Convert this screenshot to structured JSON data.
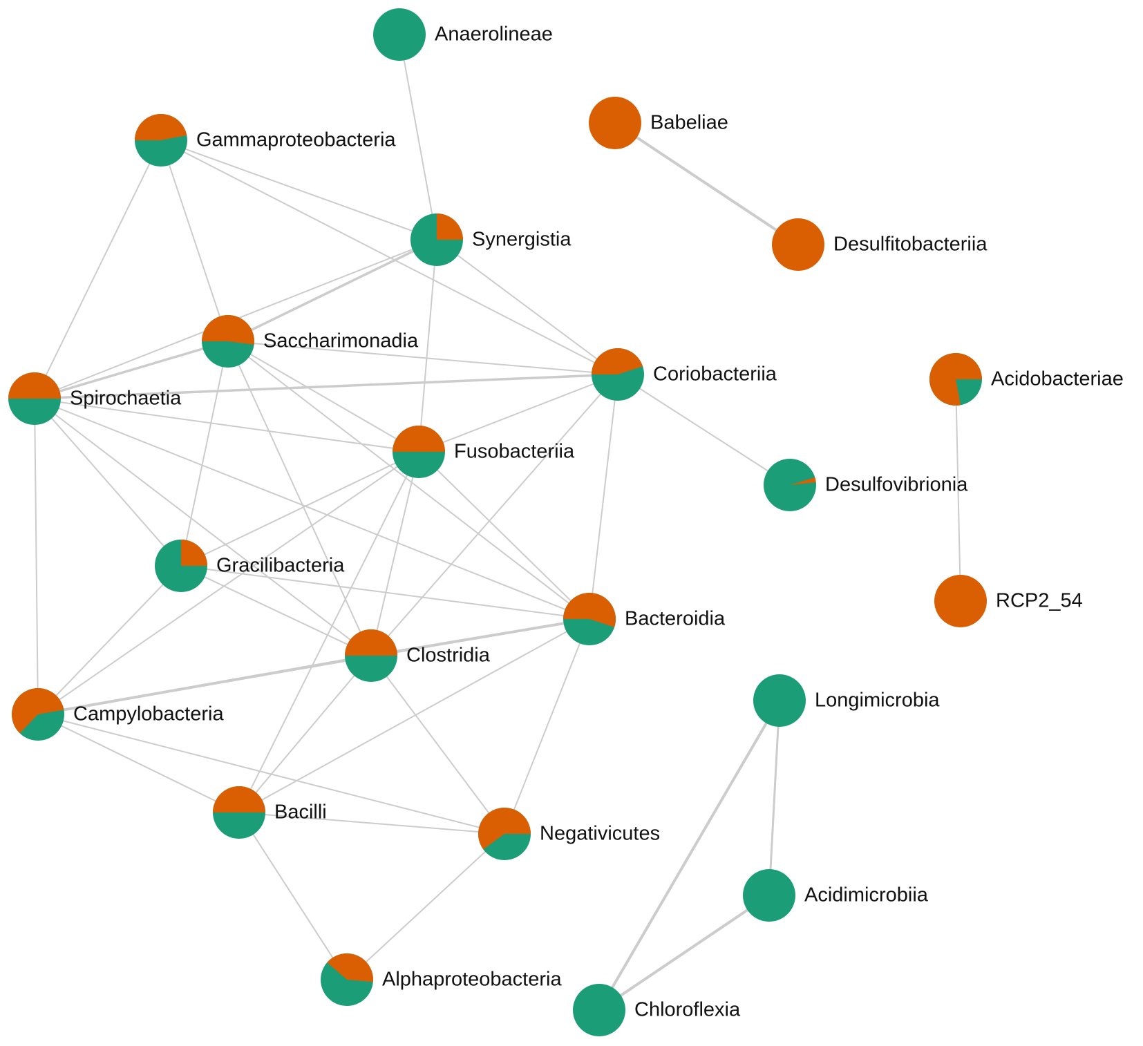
{
  "colors": {
    "orange": "#d95f02",
    "green": "#1b9e77",
    "edge": "#cccccc"
  },
  "nodes": [
    {
      "id": "Anaerolineae",
      "label": "Anaerolineae",
      "orange_fraction": 0.0
    },
    {
      "id": "Babeliae",
      "label": "Babeliae",
      "orange_fraction": 1.0
    },
    {
      "id": "Desulfitobacteriia",
      "label": "Desulfitobacteriia",
      "orange_fraction": 1.0
    },
    {
      "id": "Gammaproteobacteria",
      "label": "Gammaproteobacteria",
      "orange_fraction": 0.47
    },
    {
      "id": "Synergistia",
      "label": "Synergistia",
      "orange_fraction": 0.25
    },
    {
      "id": "Saccharimonadia",
      "label": "Saccharimonadia",
      "orange_fraction": 0.52
    },
    {
      "id": "Coriobacteriia",
      "label": "Coriobacteriia",
      "orange_fraction": 0.45
    },
    {
      "id": "Acidobacteriae",
      "label": "Acidobacteriae",
      "orange_fraction": 0.78
    },
    {
      "id": "Spirochaetia",
      "label": "Spirochaetia",
      "orange_fraction": 0.5
    },
    {
      "id": "Fusobacteriia",
      "label": "Fusobacteriia",
      "orange_fraction": 0.5
    },
    {
      "id": "Desulfovibrionia",
      "label": "Desulfovibrionia",
      "orange_fraction": 0.03
    },
    {
      "id": "Gracilibacteria",
      "label": "Gracilibacteria",
      "orange_fraction": 0.25
    },
    {
      "id": "Bacteroidia",
      "label": "Bacteroidia",
      "orange_fraction": 0.55
    },
    {
      "id": "RCP2_54",
      "label": "RCP2_54",
      "orange_fraction": 1.0
    },
    {
      "id": "Clostridia",
      "label": "Clostridia",
      "orange_fraction": 0.5
    },
    {
      "id": "Campylobacteria",
      "label": "Campylobacteria",
      "orange_fraction": 0.6
    },
    {
      "id": "Longimicrobia",
      "label": "Longimicrobia",
      "orange_fraction": 0.0
    },
    {
      "id": "Bacilli",
      "label": "Bacilli",
      "orange_fraction": 0.5
    },
    {
      "id": "Negativicutes",
      "label": "Negativicutes",
      "orange_fraction": 0.6
    },
    {
      "id": "Acidimicrobiia",
      "label": "Acidimicrobiia",
      "orange_fraction": 0.0
    },
    {
      "id": "Alphaproteobacteria",
      "label": "Alphaproteobacteria",
      "orange_fraction": 0.4
    },
    {
      "id": "Chloroflexia",
      "label": "Chloroflexia",
      "orange_fraction": 0.0
    }
  ],
  "edges": [
    [
      "Anaerolineae",
      "Synergistia"
    ],
    [
      "Babeliae",
      "Desulfitobacteriia"
    ],
    [
      "Acidobacteriae",
      "RCP2_54"
    ],
    [
      "Coriobacteriia",
      "Desulfovibrionia"
    ],
    [
      "Longimicrobia",
      "Acidimicrobiia"
    ],
    [
      "Longimicrobia",
      "Chloroflexia"
    ],
    [
      "Acidimicrobiia",
      "Chloroflexia"
    ],
    [
      "Gammaproteobacteria",
      "Synergistia"
    ],
    [
      "Gammaproteobacteria",
      "Saccharimonadia"
    ],
    [
      "Gammaproteobacteria",
      "Spirochaetia"
    ],
    [
      "Gammaproteobacteria",
      "Coriobacteriia"
    ],
    [
      "Synergistia",
      "Saccharimonadia"
    ],
    [
      "Synergistia",
      "Spirochaetia"
    ],
    [
      "Synergistia",
      "Coriobacteriia"
    ],
    [
      "Synergistia",
      "Fusobacteriia"
    ],
    [
      "Saccharimonadia",
      "Spirochaetia"
    ],
    [
      "Saccharimonadia",
      "Coriobacteriia"
    ],
    [
      "Saccharimonadia",
      "Fusobacteriia"
    ],
    [
      "Saccharimonadia",
      "Gracilibacteria"
    ],
    [
      "Saccharimonadia",
      "Clostridia"
    ],
    [
      "Saccharimonadia",
      "Bacteroidia"
    ],
    [
      "Spirochaetia",
      "Coriobacteriia"
    ],
    [
      "Spirochaetia",
      "Fusobacteriia"
    ],
    [
      "Spirochaetia",
      "Gracilibacteria"
    ],
    [
      "Spirochaetia",
      "Clostridia"
    ],
    [
      "Spirochaetia",
      "Bacteroidia"
    ],
    [
      "Spirochaetia",
      "Campylobacteria"
    ],
    [
      "Coriobacteriia",
      "Fusobacteriia"
    ],
    [
      "Coriobacteriia",
      "Bacteroidia"
    ],
    [
      "Coriobacteriia",
      "Clostridia"
    ],
    [
      "Fusobacteriia",
      "Gracilibacteria"
    ],
    [
      "Fusobacteriia",
      "Bacteroidia"
    ],
    [
      "Fusobacteriia",
      "Clostridia"
    ],
    [
      "Fusobacteriia",
      "Campylobacteria"
    ],
    [
      "Fusobacteriia",
      "Bacilli"
    ],
    [
      "Gracilibacteria",
      "Bacteroidia"
    ],
    [
      "Gracilibacteria",
      "Clostridia"
    ],
    [
      "Gracilibacteria",
      "Campylobacteria"
    ],
    [
      "Bacteroidia",
      "Clostridia"
    ],
    [
      "Bacteroidia",
      "Campylobacteria"
    ],
    [
      "Bacteroidia",
      "Bacilli"
    ],
    [
      "Bacteroidia",
      "Negativicutes"
    ],
    [
      "Clostridia",
      "Campylobacteria"
    ],
    [
      "Clostridia",
      "Bacilli"
    ],
    [
      "Clostridia",
      "Negativicutes"
    ],
    [
      "Campylobacteria",
      "Bacilli"
    ],
    [
      "Campylobacteria",
      "Negativicutes"
    ],
    [
      "Bacilli",
      "Negativicutes"
    ],
    [
      "Bacilli",
      "Alphaproteobacteria"
    ],
    [
      "Negativicutes",
      "Alphaproteobacteria"
    ]
  ]
}
